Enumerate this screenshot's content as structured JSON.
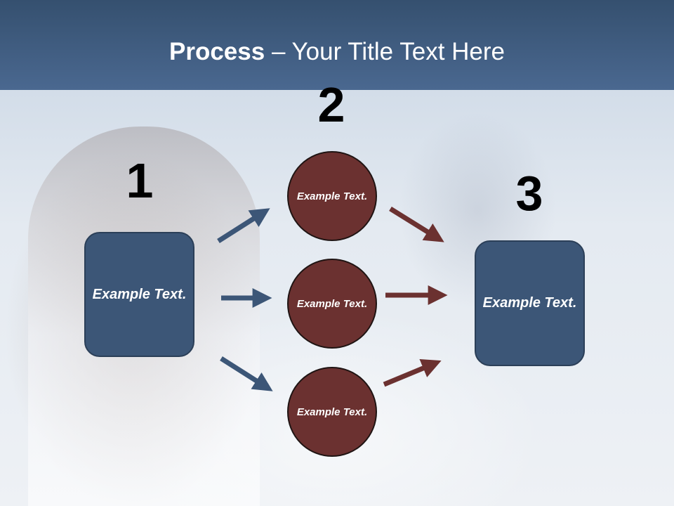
{
  "slide": {
    "title_bold": "Process",
    "title_rest": " – Your Title Text Here"
  },
  "steps": {
    "step1": {
      "number": "1",
      "box_text": "Example Text."
    },
    "step2": {
      "number": "2",
      "circles": [
        "Example Text.",
        "Example Text.",
        "Example Text."
      ]
    },
    "step3": {
      "number": "3",
      "box_text": "Example Text."
    }
  },
  "colors": {
    "header": "#3a5678",
    "box_fill": "#3c5677",
    "circle_fill": "#6b3130",
    "arrow_left": "#3c5677",
    "arrow_right": "#6b3130"
  }
}
